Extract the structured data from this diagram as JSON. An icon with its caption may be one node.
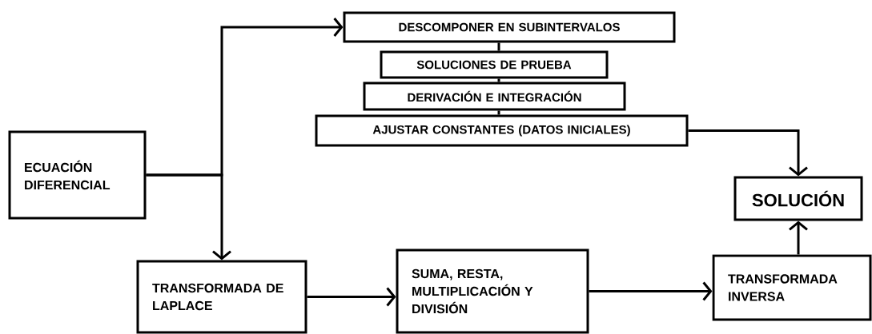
{
  "diagram": {
    "nodes": [
      {
        "text": [
          "ECUACIÓN DIFERENCIAL"
        ]
      },
      {
        "text": [
          "DESCOMPONER EN SUBINTERVALOS"
        ]
      },
      {
        "text": [
          "SOLUCIONES DE PRUEBA"
        ]
      },
      {
        "text": [
          "DERIVACIÓN E INTEGRACIÓN"
        ]
      },
      {
        "text": [
          "AJUSTAR CONSTANTES (DATOS INICIALES)"
        ]
      },
      {
        "text": [
          "SOLUCIÓN"
        ]
      },
      {
        "text": [
          "TRANSFORMADA DE LAPLACE"
        ]
      },
      {
        "text": [
          "SUMA, RESTA, MULTIPLICACIÓN Y DIVISIÓN"
        ]
      },
      {
        "text": [
          "TRANSFORMADA INVERSA"
        ]
      }
    ],
    "edges": [
      {
        "from": 0,
        "to": 1,
        "arrow": "to"
      },
      {
        "from": 0,
        "to": 6,
        "arrow": "to"
      },
      {
        "from": 1,
        "to": 2,
        "arrow": "none"
      },
      {
        "from": 2,
        "to": 3,
        "arrow": "none"
      },
      {
        "from": 3,
        "to": 4,
        "arrow": "none"
      },
      {
        "from": 4,
        "to": 5,
        "arrow": "to"
      },
      {
        "from": 6,
        "to": 7,
        "arrow": "to"
      },
      {
        "from": 7,
        "to": 8,
        "arrow": "to"
      },
      {
        "from": 8,
        "to": 5,
        "arrow": "to"
      }
    ]
  }
}
